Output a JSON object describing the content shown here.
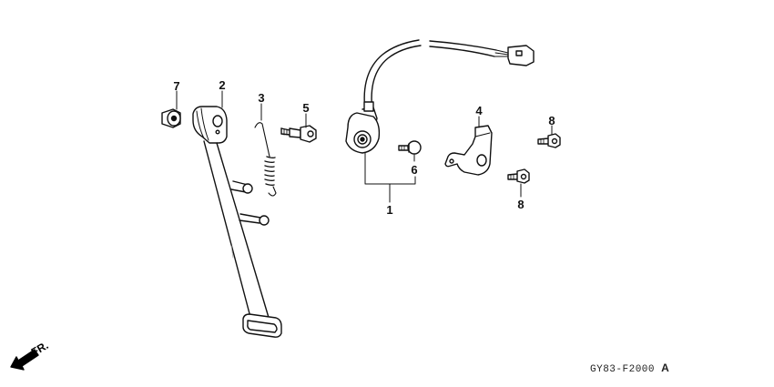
{
  "diagram": {
    "subject": "Side stand and side stand switch exploded parts diagram",
    "diagram_code": "GY83-F2000",
    "diagram_code_suffix": "A",
    "direction_label": "FR.",
    "callouts": [
      {
        "id": "1",
        "label": "1",
        "part": "side stand switch assembly"
      },
      {
        "id": "2",
        "label": "2",
        "part": "side stand"
      },
      {
        "id": "3",
        "label": "3",
        "part": "spring"
      },
      {
        "id": "4",
        "label": "4",
        "part": "switch bracket"
      },
      {
        "id": "5",
        "label": "5",
        "part": "pivot bolt"
      },
      {
        "id": "6",
        "label": "6",
        "part": "switch bolt"
      },
      {
        "id": "7",
        "label": "7",
        "part": "nut"
      },
      {
        "id": "8a",
        "label": "8",
        "part": "bolt (upper)"
      },
      {
        "id": "8b",
        "label": "8",
        "part": "bolt (lower)"
      }
    ]
  }
}
